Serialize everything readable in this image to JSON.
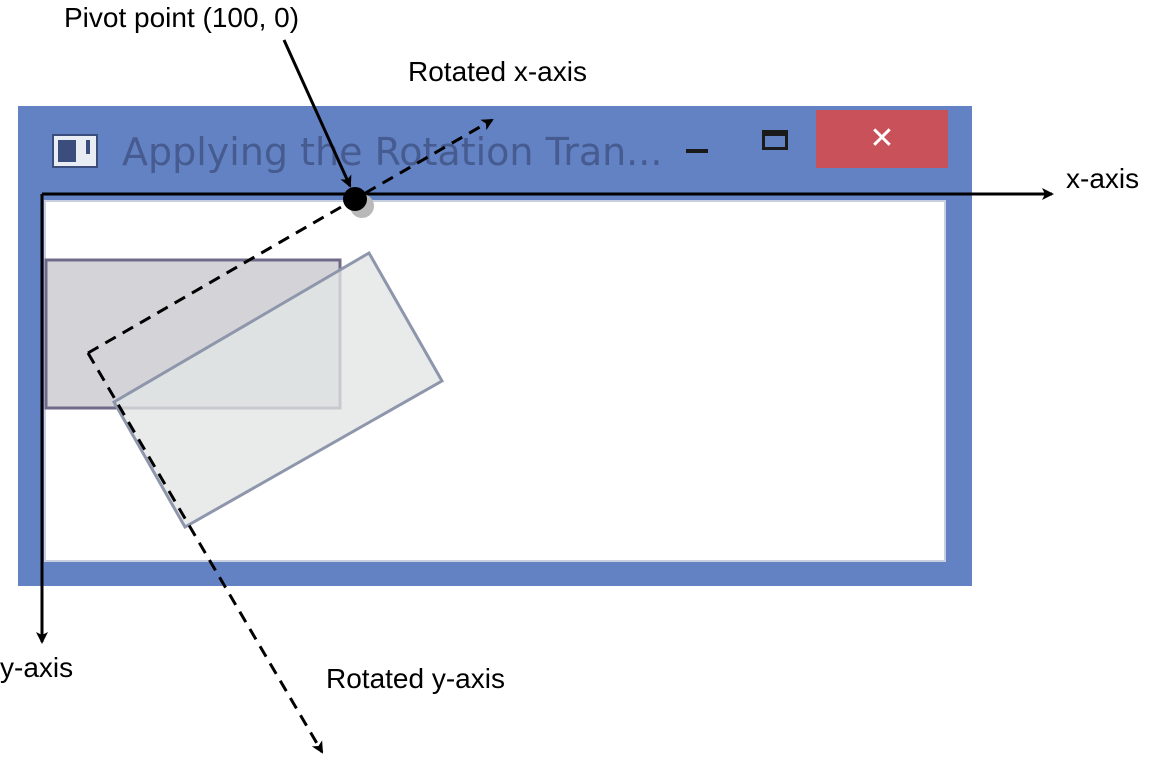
{
  "window": {
    "title": "Applying the Rotation Tran...",
    "icon": "app-window-icon",
    "controls": {
      "minimize_icon": "minimize-icon",
      "maximize_icon": "maximize-icon",
      "close_icon": "close-icon",
      "close_glyph": "✕",
      "close_color": "#c8515a"
    },
    "frame_color": "#6382c4"
  },
  "annotations": {
    "pivot": "Pivot point (100,  0)",
    "rotated_x_axis": "Rotated x-axis",
    "x_axis": "x-axis",
    "y_axis": "y-axis",
    "rotated_y_axis": "Rotated y-axis"
  }
}
